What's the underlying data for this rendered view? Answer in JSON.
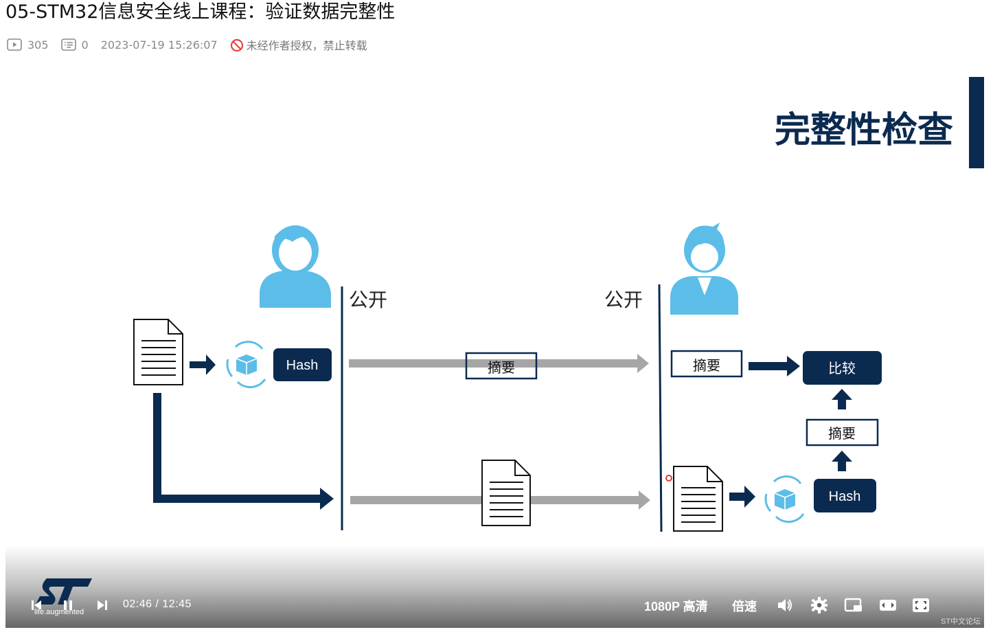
{
  "page": {
    "title": "05-STM32信息安全线上课程：验证数据完整性"
  },
  "meta": {
    "views": "305",
    "comments": "0",
    "datetime": "2023-07-19 15:26:07",
    "copyright_notice": "未经作者授权，禁止转载"
  },
  "slide": {
    "title": "完整性检查",
    "public_left": "公开",
    "public_right": "公开",
    "hash_left": "Hash",
    "digest_middle": "摘要",
    "digest_right": "摘要",
    "compare": "比较",
    "digest_lower": "摘要",
    "hash_right": "Hash",
    "colors": {
      "navy": "#0b2a4f",
      "sky": "#5bbde8",
      "gray_arrow": "#a6a6a6",
      "slide_bar": "#0b2a4f"
    }
  },
  "player": {
    "current_time": "02:46",
    "separator": "/",
    "duration": "12:45",
    "quality_label": "1080P 高清",
    "speed_label": "倍速",
    "logo_tagline": "life.augmented",
    "watermark": "ST中文论坛",
    "icons": [
      "play-icon",
      "comment-icon",
      "forbidden-icon",
      "prev-icon",
      "pause-icon",
      "next-icon",
      "volume-icon",
      "settings-icon",
      "pip-icon",
      "widescreen-icon",
      "fullscreen-icon"
    ]
  }
}
